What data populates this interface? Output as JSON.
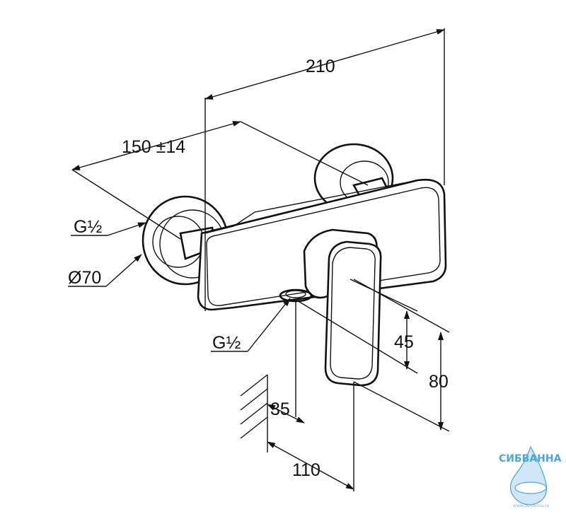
{
  "drawing": {
    "dim_width": "210",
    "dim_projection": "150 ±14",
    "dim_inlet_thread": "G½",
    "dim_rosette_diameter": "Ø70",
    "dim_outlet_thread": "G½",
    "dim_lever_height": "45",
    "dim_total_height": "80",
    "dim_outlet_offset": "35",
    "dim_depth": "110"
  },
  "logo": {
    "name": "СИБВАННА",
    "url": "www.sibvanna.ru",
    "color": "#4da6d9"
  }
}
